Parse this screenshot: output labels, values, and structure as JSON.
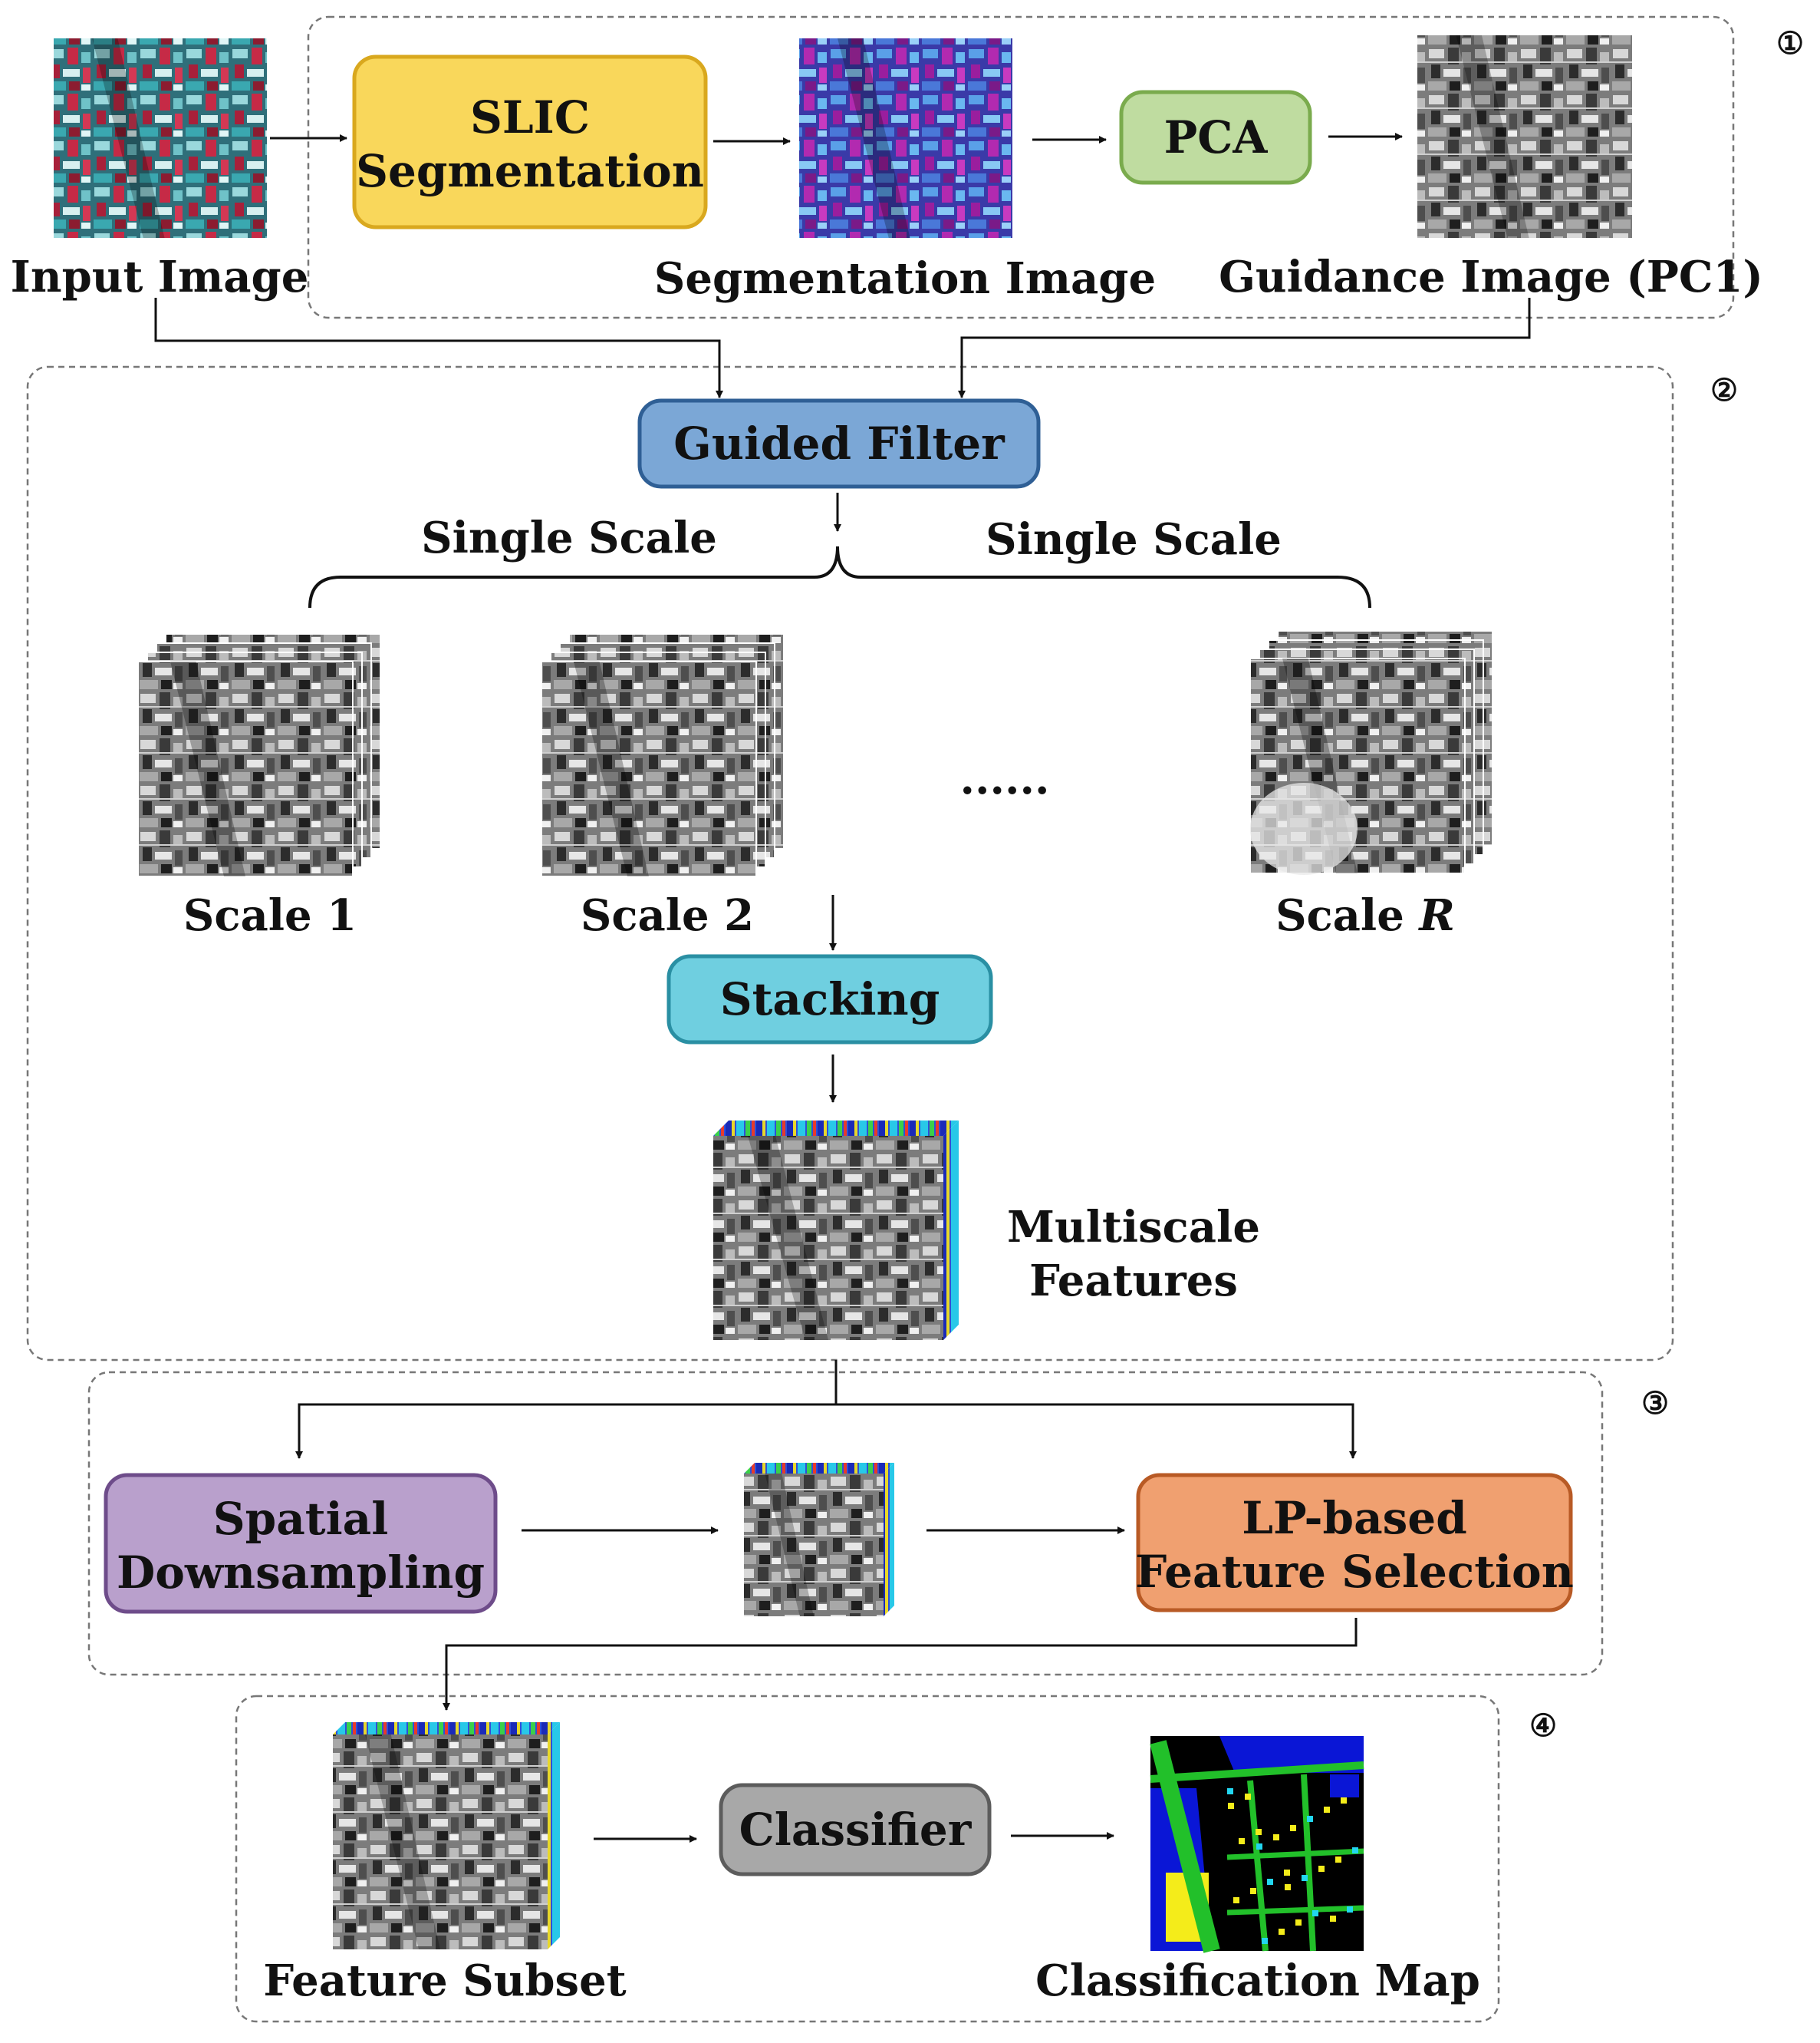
{
  "stages": {
    "s1": {
      "number": "①"
    },
    "s2": {
      "number": "②"
    },
    "s3": {
      "number": "③"
    },
    "s4": {
      "number": "④"
    }
  },
  "labels": {
    "input_image": "Input Image",
    "segmentation_image": "Segmentation Image",
    "guidance_image": "Guidance Image (PC1)",
    "single_scale_left": "Single Scale",
    "single_scale_right": "Single Scale",
    "scale1": "Scale 1",
    "scale2": "Scale 2",
    "scaleR_prefix": "Scale ",
    "scaleR_var": "R",
    "ellipsis": "......",
    "multiscale_line1": "Multiscale",
    "multiscale_line2": "Features",
    "feature_subset": "Feature Subset",
    "classification_map": "Classification Map"
  },
  "boxes": {
    "slic": {
      "line1": "SLIC",
      "line2": "Segmentation",
      "fill": "#f9d75b",
      "stroke": "#d9a81e"
    },
    "pca": {
      "label": "PCA",
      "fill": "#bfdca0",
      "stroke": "#7aab4d"
    },
    "guided_filter": {
      "label": "Guided Filter",
      "fill": "#7ba7d6",
      "stroke": "#2f5f95"
    },
    "stacking": {
      "label": "Stacking",
      "fill": "#6fcfe0",
      "stroke": "#2a8fa3"
    },
    "spatial": {
      "line1": "Spatial",
      "line2": "Downsampling",
      "fill": "#b9a0cc",
      "stroke": "#6e4c8a"
    },
    "lp": {
      "line1": "LP-based",
      "line2": "Feature Selection",
      "fill": "#f0a070",
      "stroke": "#b85a25"
    },
    "classifier": {
      "label": "Classifier",
      "fill": "#a8a8a8",
      "stroke": "#5c5c5c"
    }
  },
  "colors": {
    "panel_border": "#777777",
    "arrow": "#111111",
    "class_green": "#22c02a",
    "class_blue": "#0a16d6",
    "class_yellow": "#f4ec1a",
    "class_cyan": "#22d6f0",
    "rgb_red": "#e8304a",
    "rgb_cyan": "#3ab0b8",
    "seg_blue": "#3a4ad0",
    "seg_magenta": "#b02ab0"
  }
}
